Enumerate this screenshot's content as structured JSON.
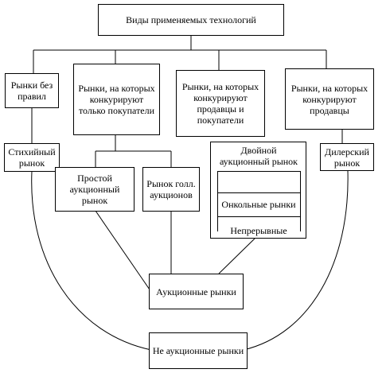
{
  "title": "Виды применяемых технологий",
  "categories": {
    "no_rules": "Рынки без правил",
    "buyers_only": "Рынки, на которых конкурируют только покупатели",
    "sellers_and_buyers": "Рынки, на которых конкурируют продавцы и покупатели",
    "sellers": "Рынки, на которых конкурируют продавцы"
  },
  "subtypes": {
    "spontaneous": "Стихийный рынок",
    "simple_auction": "Простой аукционный рынок",
    "dutch_auction": "Рынок голл. аукционов",
    "double_auction": "Двойной аукционный рынок",
    "call_markets": "Онкольные рынки",
    "continuous": "Непрерывные",
    "dealer": "Дилерский рынок"
  },
  "groups": {
    "auction": "Аукционные рынки",
    "non_auction": "Не аукционные рынки"
  }
}
